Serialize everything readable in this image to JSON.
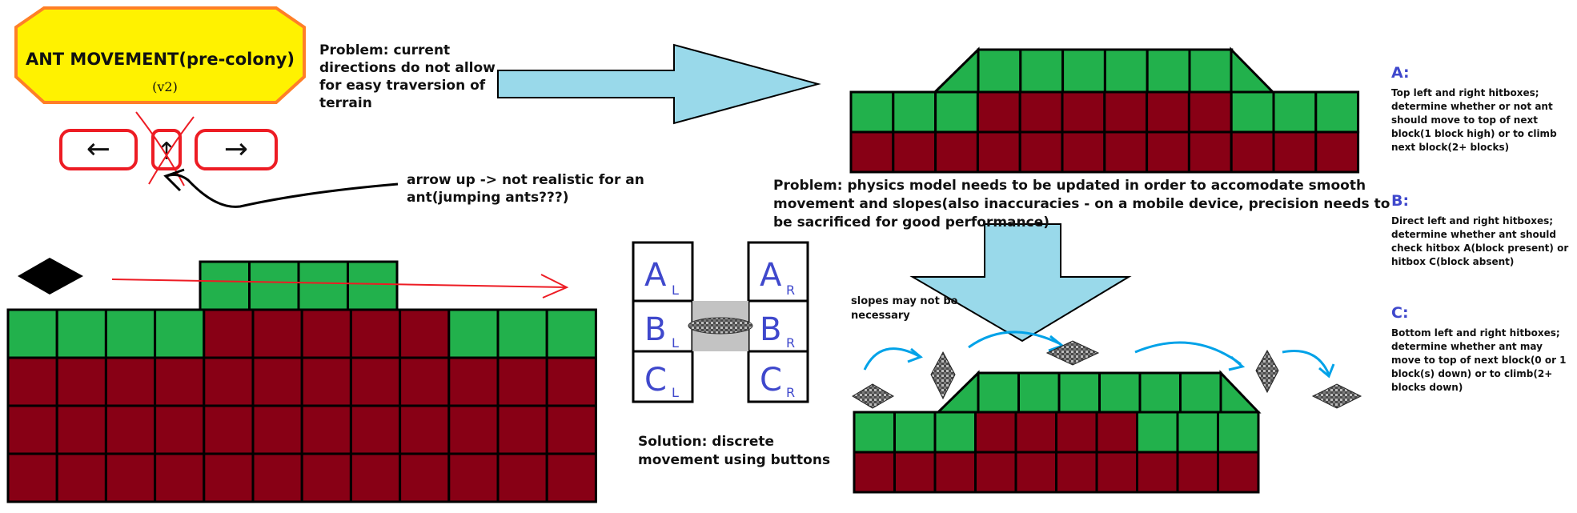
{
  "title": {
    "main": "ANT MOVEMENT(pre-colony)",
    "version": "(v2)"
  },
  "buttons": {
    "left": "←",
    "up": "↑",
    "right": "→"
  },
  "notes": {
    "problem_directions": "Problem: current directions do not allow for easy traversion of terrain",
    "arrow_up": "arrow up -> not realistic for an ant(jumping ants???)",
    "problem_physics": "Problem: physics model needs to be updated in order to accomodate smooth movement and slopes(also inaccuracies - on a mobile device, precision needs to be sacrificed for good performance)",
    "solution": "Solution: discrete movement using buttons",
    "slopes": "slopes may not be necessary"
  },
  "hitbox_labels": {
    "A_L": {
      "letter": "A",
      "sub": "L"
    },
    "B_L": {
      "letter": "B",
      "sub": "L"
    },
    "C_L": {
      "letter": "C",
      "sub": "L"
    },
    "A_R": {
      "letter": "A",
      "sub": "R"
    },
    "B_R": {
      "letter": "B",
      "sub": "R"
    },
    "C_R": {
      "letter": "C",
      "sub": "R"
    }
  },
  "side_notes": {
    "a": {
      "heading": "A:",
      "text": "Top left and right hitboxes; determine whether or not ant should move to top of next block(1 block high) or to climb next block(2+ blocks)"
    },
    "b": {
      "heading": "B:",
      "text": "Direct left and right hitboxes; determine whether ant should check hitbox A(block present) or hitbox C(block absent)"
    },
    "c": {
      "heading": "C:",
      "text": "Bottom left and right hitboxes; determine whether ant may move to top of next block(0 or 1 block(s) down) or to climb(2+ blocks down)"
    }
  },
  "colors": {
    "grass": "#22b14c",
    "dirt": "#880015",
    "outline": "#000000",
    "title_bg": "#fff200",
    "title_border": "#ff7f27",
    "button_border": "#ed1c24",
    "big_arrow": "#99d9ea",
    "small_arrow": "#00a2e8",
    "hitbox_letter": "#3f48cc",
    "red_line": "#ed1c24"
  }
}
